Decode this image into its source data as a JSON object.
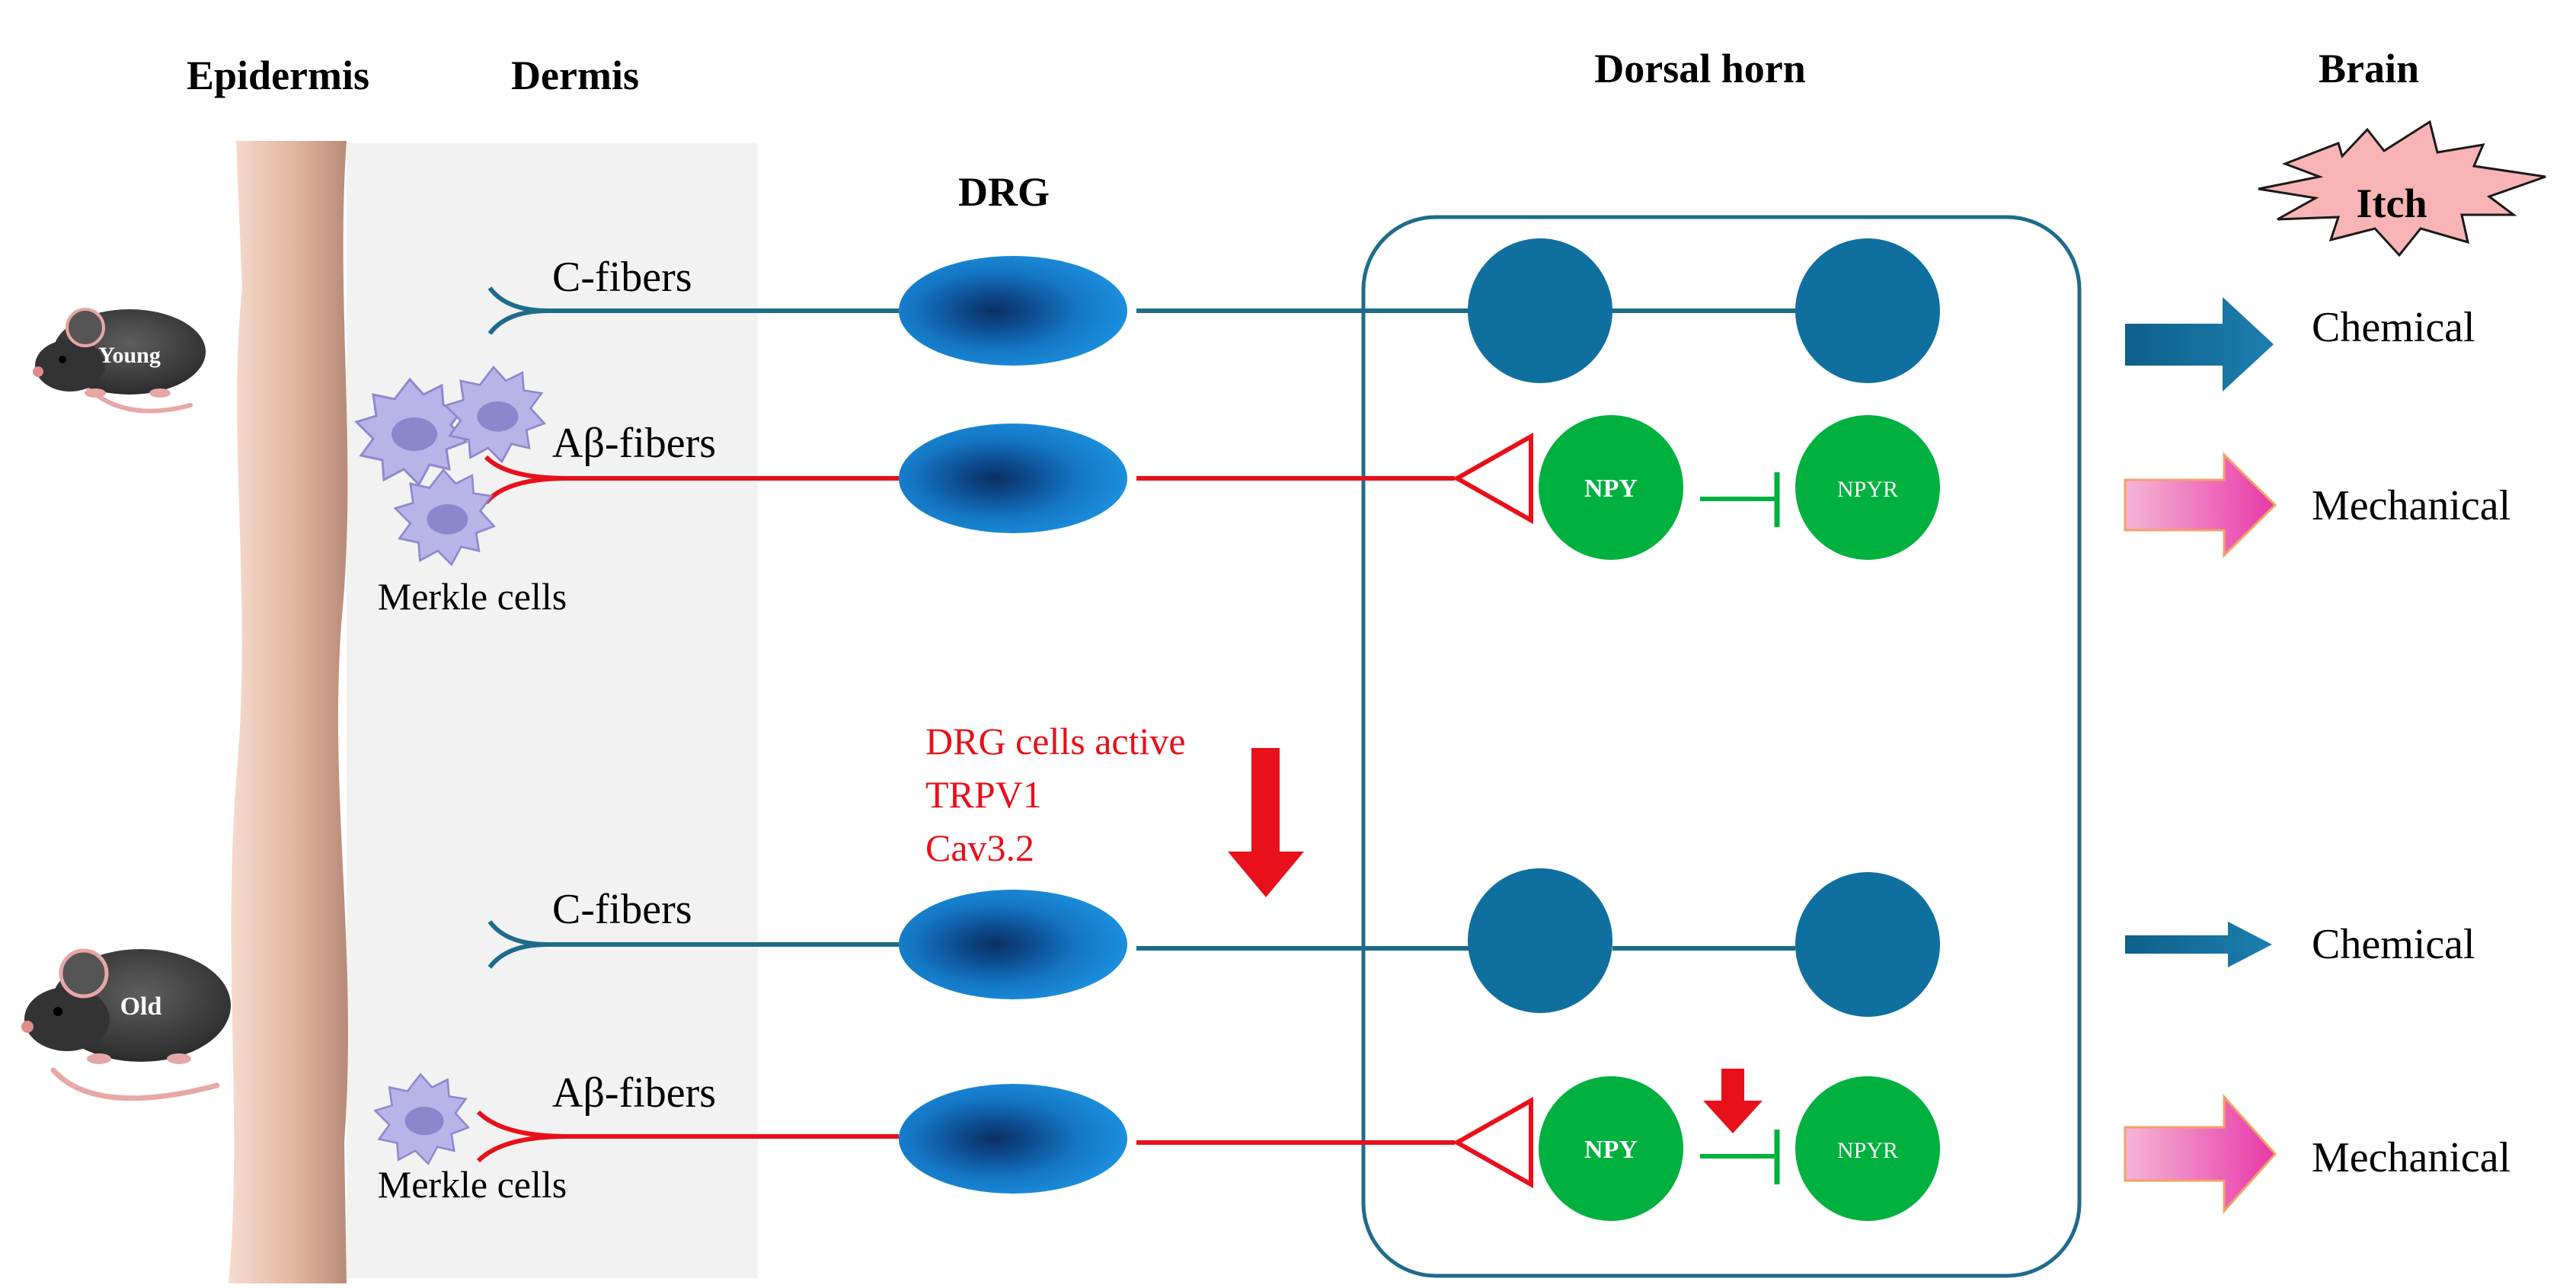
{
  "headers": {
    "epidermis": "Epidermis",
    "dermis": "Dermis",
    "drg": "DRG",
    "dorsal_horn": "Dorsal horn",
    "brain": "Brain"
  },
  "itch_label": "Itch",
  "young": {
    "mouse_label": "Young",
    "c_fibers": "C-fibers",
    "abeta_fibers": "Aβ-fibers",
    "merkle_cells": "Merkle cells",
    "npy": "NPY",
    "npyr": "NPYR",
    "chemical": "Chemical",
    "mechanical": "Mechanical"
  },
  "old": {
    "mouse_label": "Old",
    "c_fibers": "C-fibers",
    "abeta_fibers": "Aβ-fibers",
    "merkle_cells": "Merkle cells",
    "npy": "NPY",
    "npyr": "NPYR",
    "chemical": "Chemical",
    "mechanical": "Mechanical",
    "drg_notes": [
      "DRG cells active",
      "TRPV1",
      "Cav3.2"
    ]
  },
  "colors": {
    "c_fiber": "#1f6b8c",
    "abeta_fiber": "#e8101a",
    "drg_cell": "#1a84d0",
    "dorsal_neuron": "#0f70a0",
    "npy_green": "#00b140",
    "merkel": "#b9b4e8",
    "dermis_bg": "#f2f2f2",
    "epidermis": "#e7b9a6",
    "chemical_arrow": "#0f6a96",
    "mechanical_arrow": "#f05bb8",
    "itch_burst": "#f8b4b4",
    "annotation_red": "#e8101a"
  }
}
